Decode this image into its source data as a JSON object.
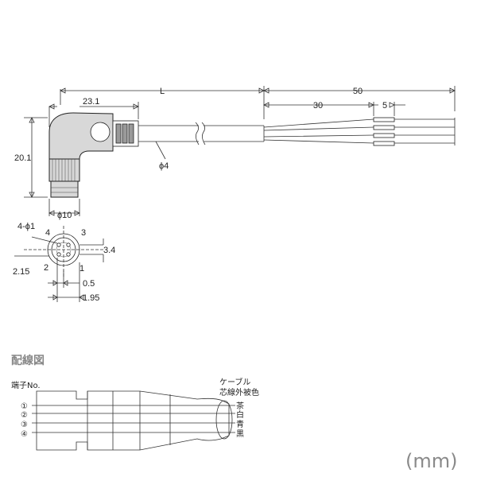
{
  "dimensions": {
    "L": "L",
    "d50": "50",
    "d23_1": "23.1",
    "d30": "30",
    "d5": "5",
    "d20_1": "20.1",
    "phi4": "ϕ4",
    "phi10": "ϕ10",
    "hole": "4-ϕ1",
    "d3_4": "3.4",
    "d2_15": "2.15",
    "d0_5": "0.5",
    "d1_95": "1.95"
  },
  "pins": [
    "4",
    "3",
    "2",
    "1"
  ],
  "wiring": {
    "title": "配線図",
    "terminal_label": "端子No.",
    "cable_label_line1": "ケーブル",
    "cable_label_line2": "芯線外被色",
    "terminals": [
      "①",
      "②",
      "③",
      "④"
    ],
    "colors": [
      "茶",
      "白",
      "青",
      "黒"
    ]
  },
  "unit": "(mm)"
}
